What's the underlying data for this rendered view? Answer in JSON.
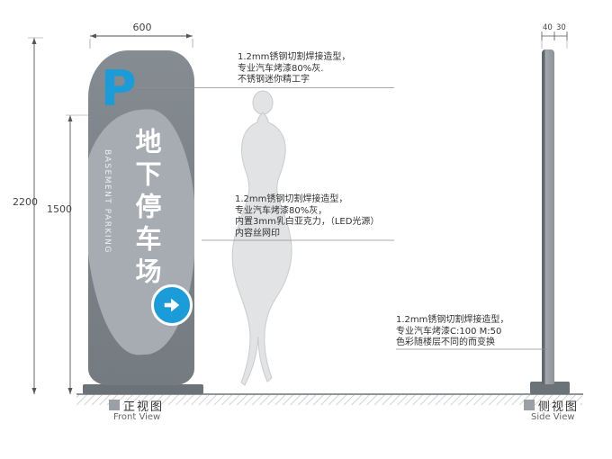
{
  "colors": {
    "accent_blue": "#1b9bd8",
    "panel_gray": "#7c838a",
    "blob_gray": "#a6acb1",
    "base_gray": "#6b7278"
  },
  "sign": {
    "letter": "P",
    "cn": "地下停车场",
    "en": "BASEMENT PARKING"
  },
  "dims": {
    "width": "600",
    "total_height": "2200",
    "panel_height": "1500",
    "side": [
      "40",
      "30"
    ]
  },
  "annotations": {
    "top": [
      "1.2mm锈钢切割焊接造型，",
      "专业汽车烤漆80%灰.",
      "不锈钢迷你精工字"
    ],
    "middle": [
      "1.2mm锈钢切割焊接造型，",
      "专业汽车烤漆80%灰，",
      "内置3mm乳白亚克力，（LED光源）",
      "内容丝网印"
    ],
    "side": [
      "1.2mm锈钢切割焊接造型，",
      "专业汽车烤漆C:100  M:50",
      "色彩随楼层不同的而变换"
    ]
  },
  "views": {
    "front_cn": "正视图",
    "front_en": "Front View",
    "side_cn": "侧视图",
    "side_en": "Side View"
  }
}
